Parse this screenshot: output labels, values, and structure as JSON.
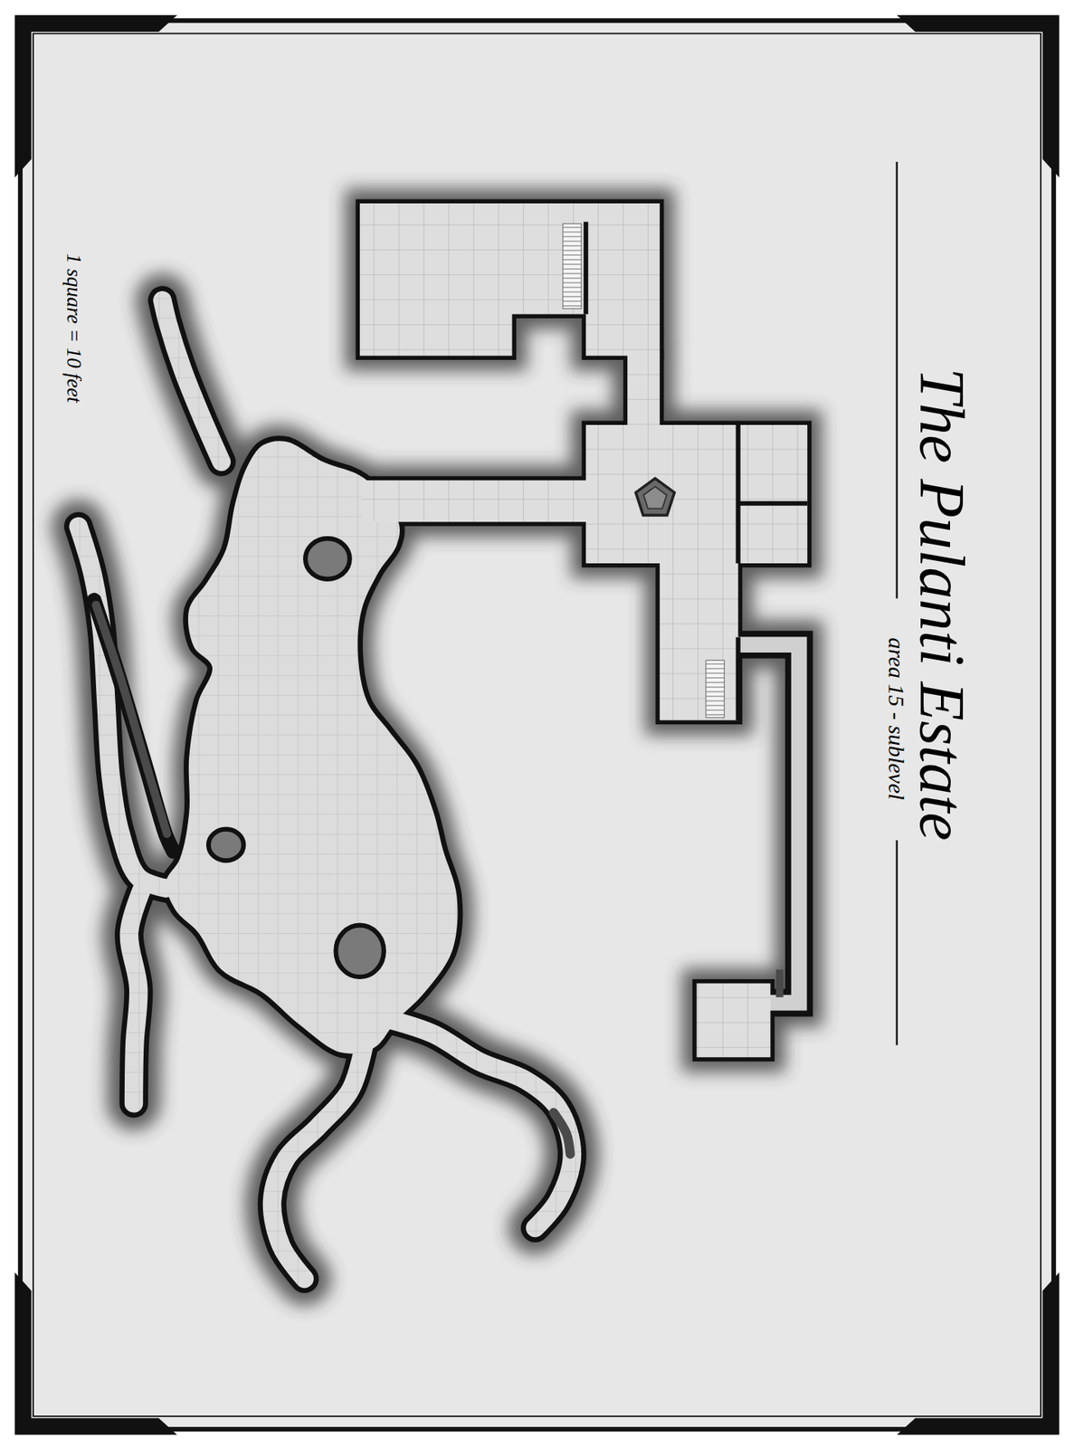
{
  "diagram": {
    "title": "The Pulanti Estate",
    "labels": [
      "area 15 - sublevel",
      "1 square = 10 feet"
    ]
  }
}
